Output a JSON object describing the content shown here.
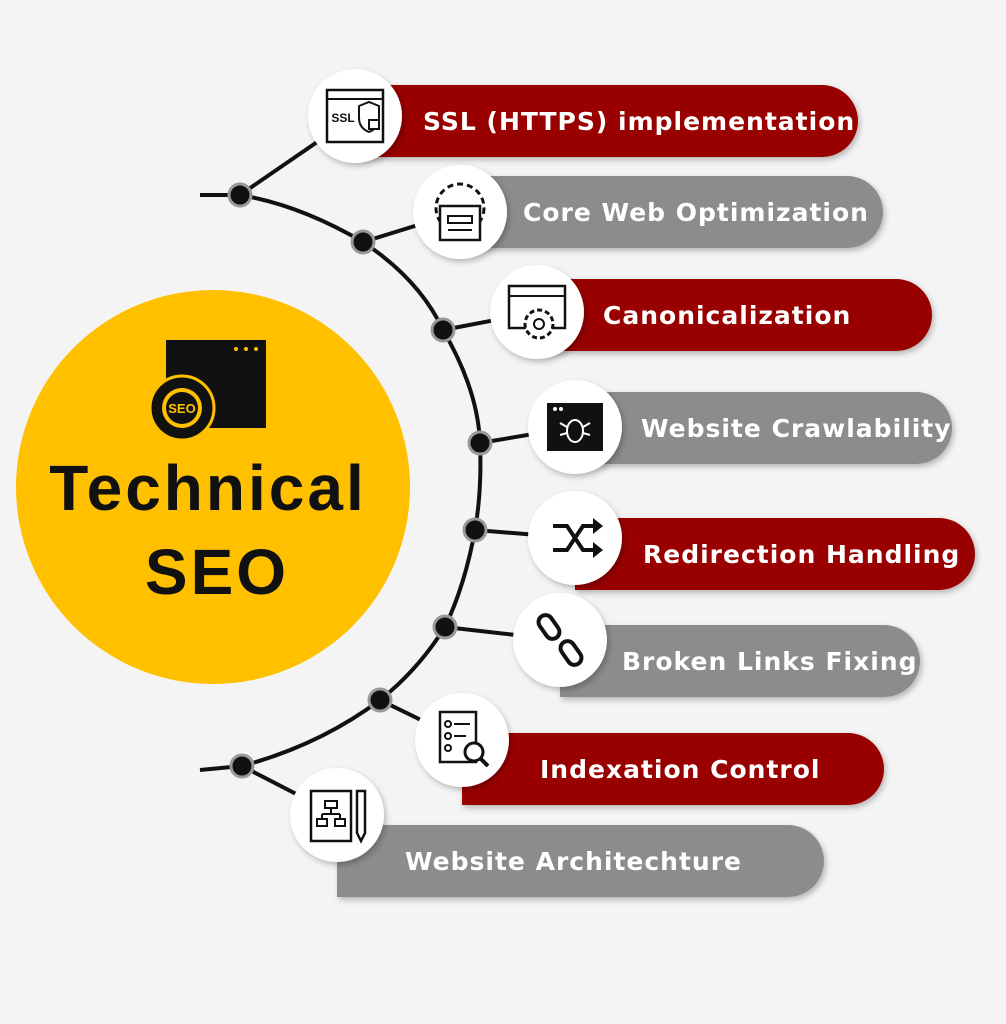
{
  "hub": {
    "title_line1": "Technical",
    "title_line2": "SEO",
    "icon": "seo-gear-window-icon",
    "color": "#ffc000"
  },
  "colors": {
    "red": "#990000",
    "gray": "#8c8c8c",
    "background": "#f4f4f4"
  },
  "items": [
    {
      "label": "SSL (HTTPS) implementation",
      "icon": "ssl-shield-lock-icon",
      "color": "red"
    },
    {
      "label": "Core Web Optimization",
      "icon": "gear-window-icon",
      "color": "gray"
    },
    {
      "label": "Canonicalization",
      "icon": "window-gear-icon",
      "color": "red"
    },
    {
      "label": "Website Crawlability",
      "icon": "bug-window-icon",
      "color": "gray"
    },
    {
      "label": "Redirection Handling",
      "icon": "shuffle-arrows-icon",
      "color": "red"
    },
    {
      "label": "Broken Links Fixing",
      "icon": "broken-link-icon",
      "color": "gray"
    },
    {
      "label": "Indexation Control",
      "icon": "checklist-search-icon",
      "color": "red"
    },
    {
      "label": "Website Architechture",
      "icon": "sitemap-pencil-icon",
      "color": "gray"
    }
  ]
}
